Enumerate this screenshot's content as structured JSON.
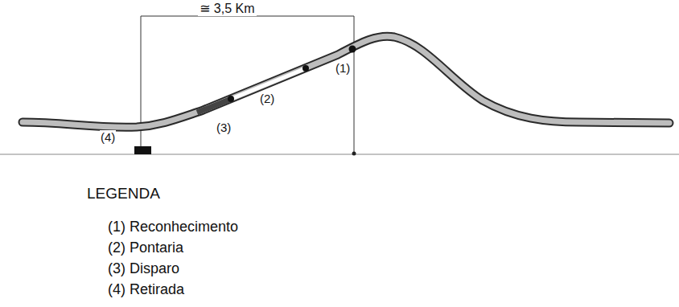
{
  "diagram": {
    "labels": [
      "≅ 3,5 Km",
      "(1)",
      "(2)",
      "(3)",
      "(4)",
      "LEGENDA"
    ],
    "legend": [
      {
        "text": "(1) Reconhecimento"
      },
      {
        "text": "(2) Pontaria"
      },
      {
        "text": "(3) Disparo"
      },
      {
        "text": "(4) Retirada"
      }
    ]
  }
}
